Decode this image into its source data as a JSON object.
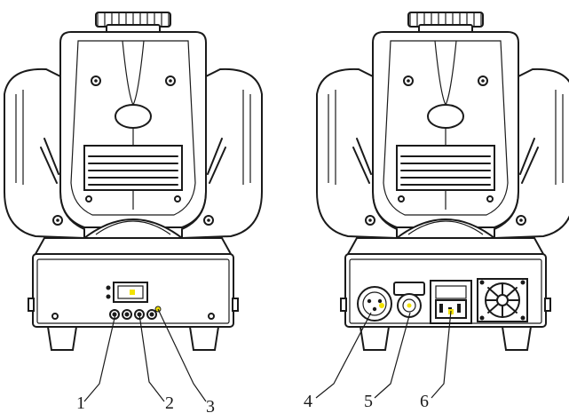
{
  "callouts": [
    {
      "id": "1",
      "label": "1"
    },
    {
      "id": "2",
      "label": "2"
    },
    {
      "id": "3",
      "label": "3"
    },
    {
      "id": "4",
      "label": "4"
    },
    {
      "id": "5",
      "label": "5"
    },
    {
      "id": "6",
      "label": "6"
    }
  ],
  "colors": {
    "line": "#1a1a1a",
    "indicator": "#f2e200",
    "background": "#ffffff"
  }
}
